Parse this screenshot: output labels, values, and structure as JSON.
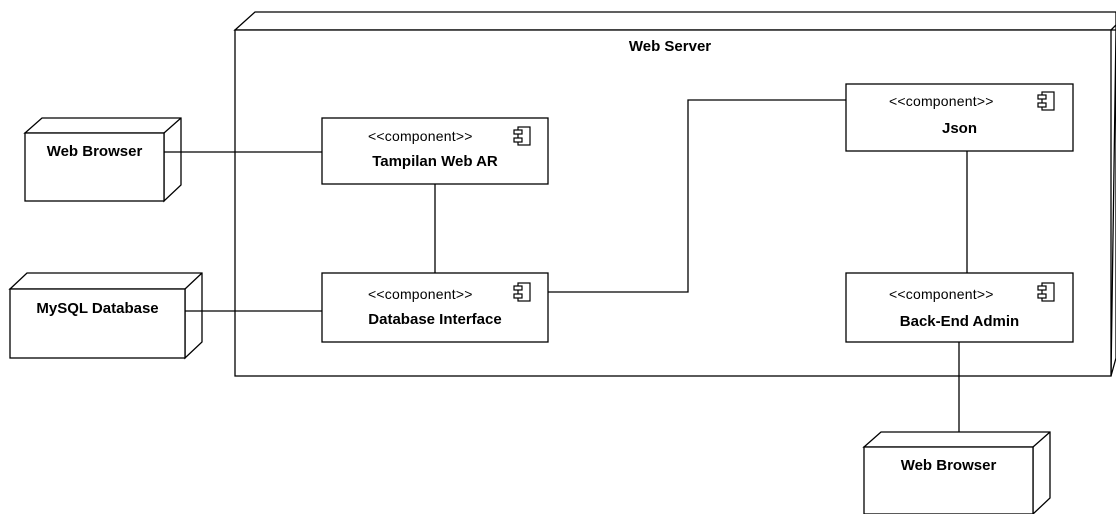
{
  "server": {
    "title": "Web Server"
  },
  "stereotype": "<<component>>",
  "components": {
    "tampilan": "Tampilan Web AR",
    "database_interface": "Database Interface",
    "json": "Json",
    "backend": "Back-End Admin"
  },
  "nodes": {
    "browser_left": "Web Browser",
    "mysql": "MySQL Database",
    "browser_bottom": "Web Browser"
  },
  "icons": {
    "component": "component-icon"
  }
}
